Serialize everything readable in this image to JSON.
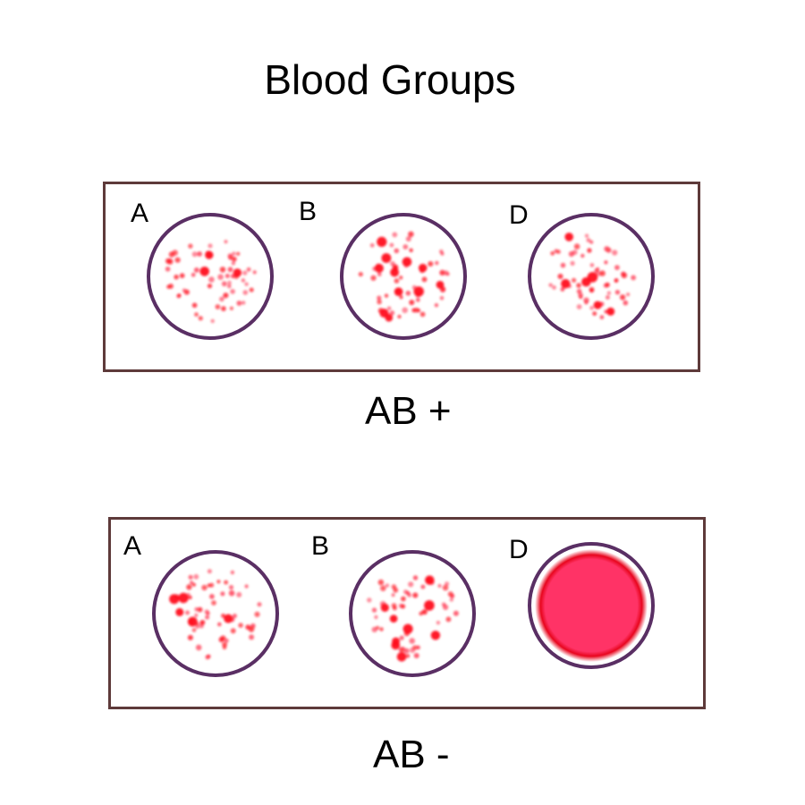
{
  "title": "Blood Groups",
  "colors": {
    "panel_border": "#5e3a3a",
    "well_border": "#5a2f64",
    "agglutination": "#ff0a1e",
    "no_agglutination_fill": "#ff3366"
  },
  "panels": [
    {
      "result": "AB +",
      "wells": [
        {
          "label": "A",
          "reaction": "agglutinated"
        },
        {
          "label": "B",
          "reaction": "agglutinated"
        },
        {
          "label": "D",
          "reaction": "agglutinated"
        }
      ]
    },
    {
      "result": "AB -",
      "wells": [
        {
          "label": "A",
          "reaction": "agglutinated"
        },
        {
          "label": "B",
          "reaction": "agglutinated"
        },
        {
          "label": "D",
          "reaction": "uniform"
        }
      ]
    }
  ]
}
